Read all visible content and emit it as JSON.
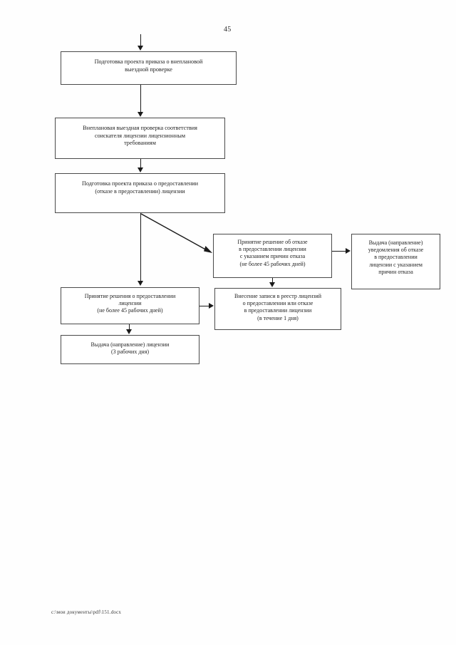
{
  "page": {
    "number": "45",
    "footer_path": "c:\\мои документы\\pdf\\151.docx"
  },
  "diagram": {
    "nodes": [
      {
        "id": "prep-order",
        "text": "Подготовка проекта приказа о внеплановой\nвыездной проверке"
      },
      {
        "id": "inspection",
        "text": "Внеплановая выездная проверка соответствия\nсоискателя лицензии лицензионным\nтребованиям"
      },
      {
        "id": "prep-decision",
        "text": "Подготовка проекта приказа о предоставлении\n(отказе в предоставлении) лицензии"
      },
      {
        "id": "refusal",
        "text": "Принятие решение об отказе\nв предоставлении лицензии\nс указанием причин отказа\n(не более 45 рабочих дней)"
      },
      {
        "id": "refusal-notice",
        "text": "Выдача (направление)\nуведомления об отказе\nв предоставлении\nлицензии с указанием\nпричин отказа"
      },
      {
        "id": "grant-decision",
        "text": "Принятие решения о предоставлении\nлицензии\n(не более 45 рабочих дней)"
      },
      {
        "id": "registry",
        "text": "Внесение записи в реестр лицензий\nо предоставлении или отказе\nв предоставлении лицензии\n(в течение 1 дня)"
      },
      {
        "id": "issue-license",
        "text": "Выдача (направление) лицензии\n(3 рабочих дня)"
      }
    ],
    "colors": {
      "line": "#1a1a1a",
      "box_border": "#4a4a4a",
      "text": "#1f1f1f",
      "background": "#ffffff"
    }
  }
}
